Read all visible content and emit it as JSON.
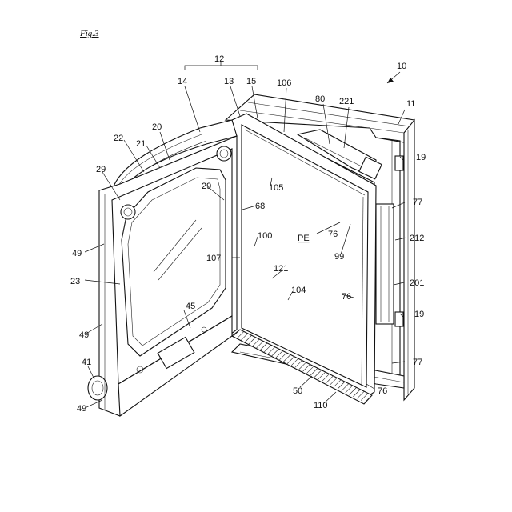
{
  "figure": {
    "title": "Fig.3",
    "reference_numerals": {
      "n10": "10",
      "n11": "11",
      "n12": "12",
      "n13": "13",
      "n14": "14",
      "n15": "15",
      "n19a": "19",
      "n19b": "19",
      "n20": "20",
      "n21": "21",
      "n22": "22",
      "n23": "23",
      "n29a": "29",
      "n29b": "29",
      "n41": "41",
      "n45": "45",
      "n49a": "49",
      "n49b": "49",
      "n49c": "49",
      "n50": "50",
      "n68": "68",
      "n76a": "76",
      "n76b": "76",
      "n76c": "76",
      "n77a": "77",
      "n77b": "77",
      "n80": "80",
      "n99": "99",
      "n100": "100",
      "n104": "104",
      "n105": "105",
      "n106": "106",
      "n107": "107",
      "n110": "110",
      "n121": "121",
      "n201": "201",
      "n212": "212",
      "n221": "221",
      "pe": "PE"
    }
  }
}
